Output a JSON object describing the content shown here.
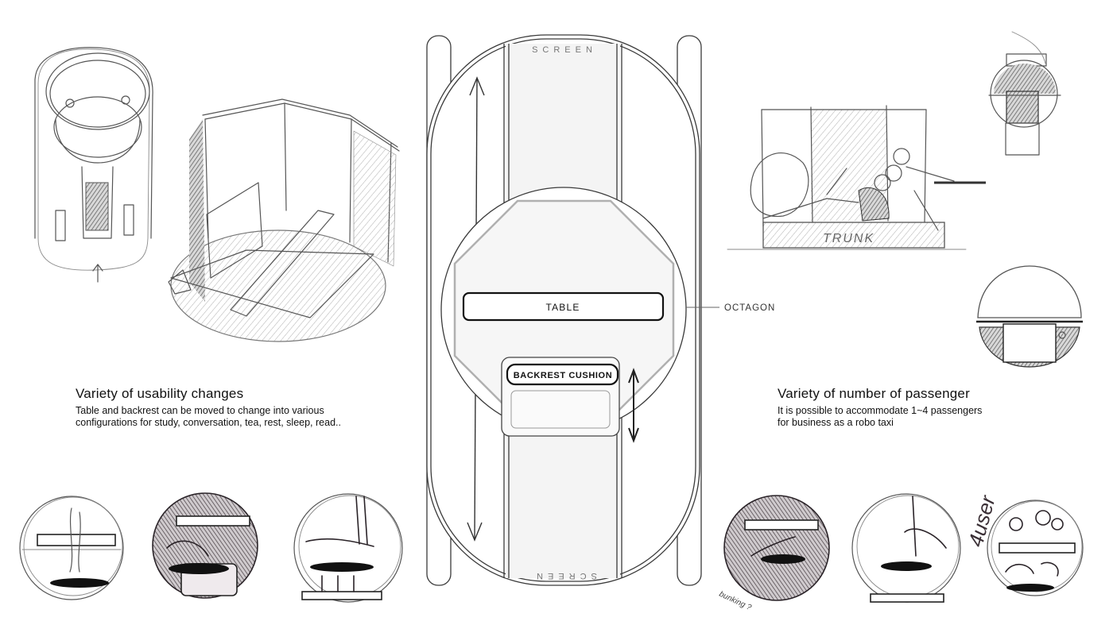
{
  "plan": {
    "screen_top": "SCREEN",
    "screen_bottom": "SCREEN",
    "table_label": "TABLE",
    "backrest_label": "BACKREST CUSHION",
    "octagon_label": "OCTAGON"
  },
  "left_caption": {
    "title": "Variety of usability changes",
    "line1": "Table and backrest can be moved to change into various",
    "line2": "configurations for study, conversation, tea, rest, sleep, read.."
  },
  "right_caption": {
    "title": "Variety of number of passenger",
    "line1": "It is possible to accommodate 1~4 passengers",
    "line2": "for business as a robo taxi"
  },
  "sketch_notes": {
    "trunk": "TRUNK",
    "four_user": "4user",
    "bunking": "bunking ?"
  }
}
